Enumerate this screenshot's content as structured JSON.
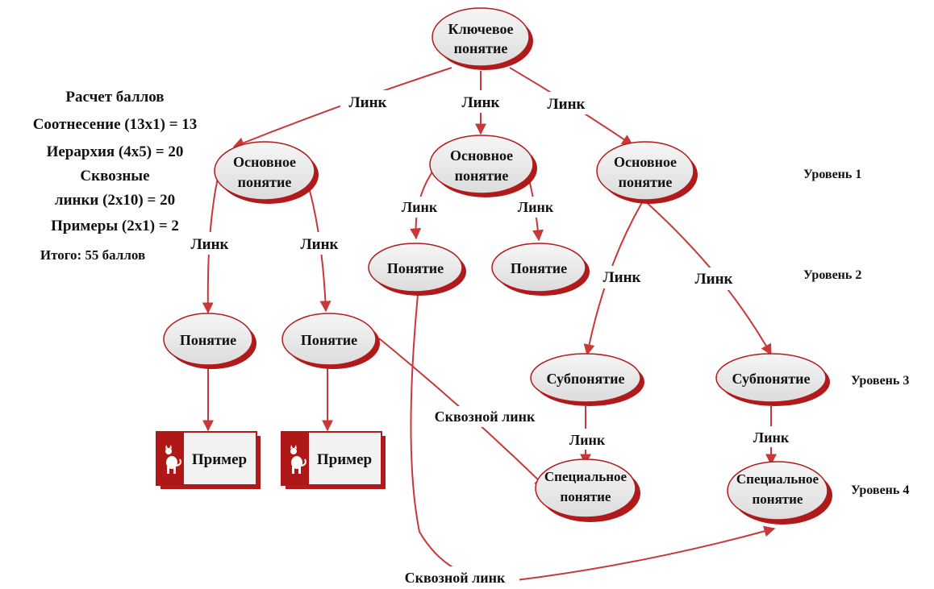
{
  "scoring": {
    "title": "Расчет баллов",
    "relation": "Соотнесение (13х1) = 13",
    "hierarchy": "Иерархия (4х5) = 20",
    "cross_line1": "Сквозные",
    "cross_line2": "линки (2х10) = 20",
    "examples": "Примеры (2х1) = 2",
    "total": "Итого: 55 баллов"
  },
  "nodes": {
    "key": [
      "Ключевое",
      "понятие"
    ],
    "main_left": [
      "Основное",
      "понятие"
    ],
    "main_mid": [
      "Основное",
      "понятие"
    ],
    "main_right": [
      "Основное",
      "понятие"
    ],
    "concept_a": "Понятие",
    "concept_b": "Понятие",
    "concept_c": "Понятие",
    "concept_d": "Понятие",
    "sub_left": "Субпонятие",
    "sub_right": "Субпонятие",
    "special_left": [
      "Специальное",
      "понятие"
    ],
    "special_right": [
      "Специальное",
      "понятие"
    ],
    "example_1": "Пример",
    "example_2": "Пример"
  },
  "links": {
    "link": "Линк",
    "cross_link": "Сквозной линк"
  },
  "levels": {
    "level1": "Уровень 1",
    "level2": "Уровень 2",
    "level3": "Уровень 3",
    "level4": "Уровень 4"
  },
  "colors": {
    "edge": "#c83838",
    "node_outline": "#b11a1a",
    "node_fill": "#ededed",
    "example_tab": "#b01818"
  }
}
